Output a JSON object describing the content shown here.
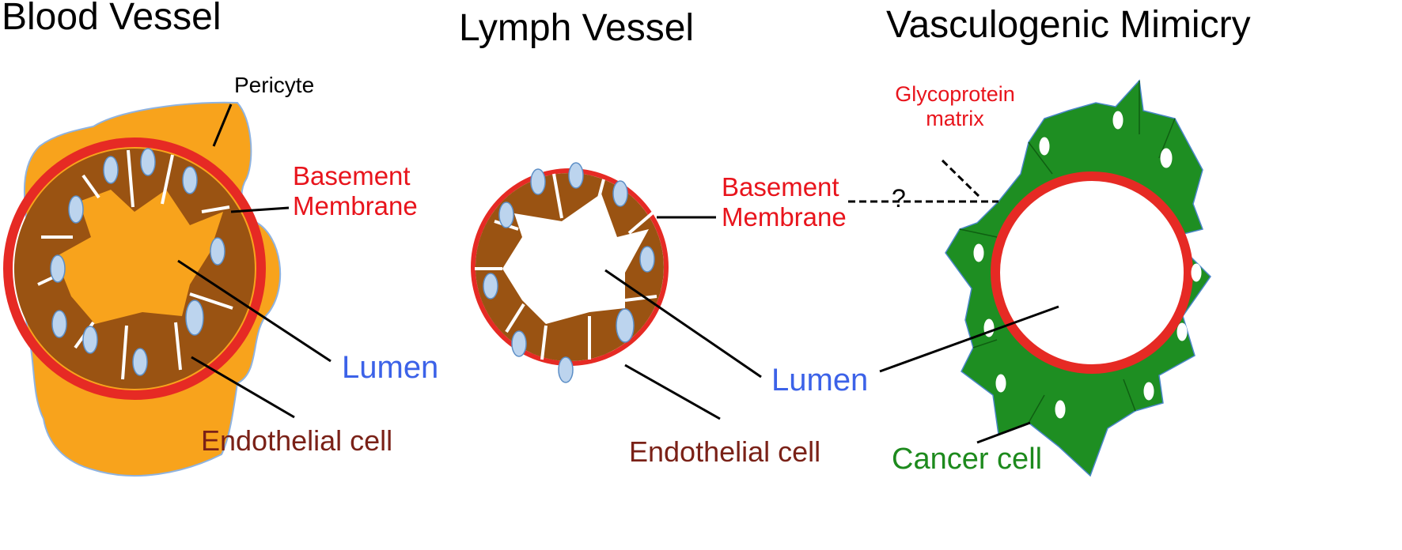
{
  "colors": {
    "pericyte": "#F8A31C",
    "pericyte_edge": "#8FB3E0",
    "basement_membrane": "#E62A24",
    "endothelial": "#9A5312",
    "nucleus": "#BCD4EE",
    "nucleus_edge": "#5C8EC6",
    "cancer_cell": "#1E8E22",
    "label_red": "#E8141C",
    "label_blue": "#3C62E8",
    "label_brown": "#7A2117",
    "label_green": "#1D8A1D"
  },
  "panels": {
    "blood_vessel": {
      "title": "Blood Vessel",
      "pericyte": "Pericyte",
      "basement_line1": "Basement",
      "basement_line2": "Membrane",
      "lumen": "Lumen",
      "endothelial": "Endothelial cell"
    },
    "lymph_vessel": {
      "title": "Lymph Vessel",
      "basement_line1": "Basement",
      "basement_line2": "Membrane",
      "lumen": "Lumen",
      "endothelial": "Endothelial cell"
    },
    "vasculogenic_mimicry": {
      "title": "Vasculogenic Mimicry",
      "glyco_line1": "Glycoprotein",
      "glyco_line2": "matrix",
      "question": "?",
      "cancer": "Cancer cell"
    }
  }
}
